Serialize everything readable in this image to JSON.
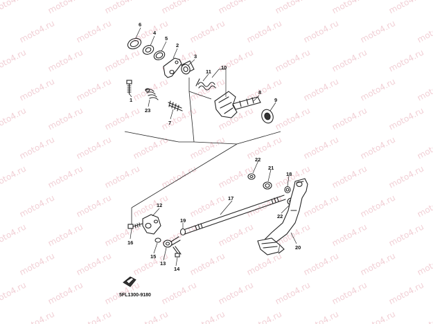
{
  "watermark": "moto4.ru",
  "catalog_code": "5FL1300-9180",
  "parts": [
    {
      "ref": "1"
    },
    {
      "ref": "2"
    },
    {
      "ref": "3"
    },
    {
      "ref": "4"
    },
    {
      "ref": "5"
    },
    {
      "ref": "6"
    },
    {
      "ref": "7"
    },
    {
      "ref": "8"
    },
    {
      "ref": "9"
    },
    {
      "ref": "10"
    },
    {
      "ref": "11"
    },
    {
      "ref": "12"
    },
    {
      "ref": "13"
    },
    {
      "ref": "14"
    },
    {
      "ref": "15"
    },
    {
      "ref": "16"
    },
    {
      "ref": "17"
    },
    {
      "ref": "18"
    },
    {
      "ref": "19"
    },
    {
      "ref": "20"
    },
    {
      "ref": "21"
    },
    {
      "ref": "22a"
    },
    {
      "ref": "22b"
    },
    {
      "ref": "23"
    }
  ],
  "labels": {
    "p1": "1",
    "p2": "2",
    "p3": "3",
    "p4": "4",
    "p5": "5",
    "p6": "6",
    "p7": "7",
    "p8": "8",
    "p9": "9",
    "p10": "10",
    "p11": "11",
    "p12": "12",
    "p13": "13",
    "p14": "14",
    "p15": "15",
    "p16": "16",
    "p17": "17",
    "p18": "18",
    "p19": "19",
    "p20": "20",
    "p21": "21",
    "p22a": "22",
    "p22b": "22",
    "p23": "23"
  }
}
